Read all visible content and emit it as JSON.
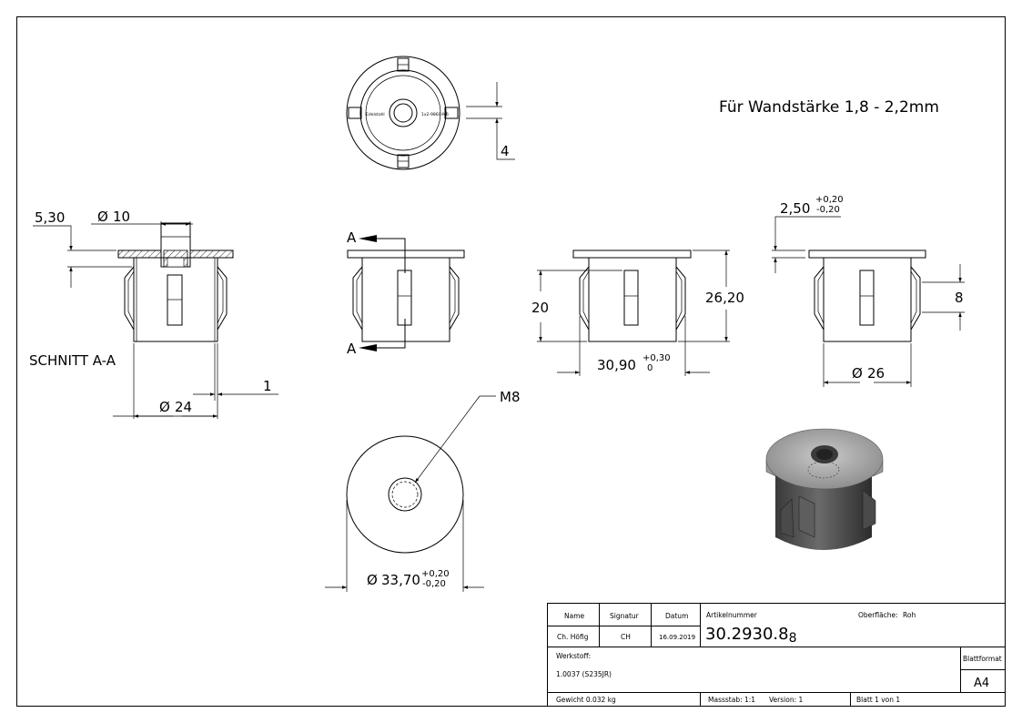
{
  "note": "Für Wandstärke 1,8 - 2,2mm",
  "top_view": {
    "dim_4": "4",
    "engraving_left": "Edelstahl",
    "engraving_right": "1x2-9860-M6"
  },
  "section": {
    "dim_530": "5,30",
    "dim_d10": "10",
    "label": "SCHNITT A-A",
    "dim_d24": "24",
    "dim_1": "1"
  },
  "front_view": {
    "arrow_top": "A",
    "arrow_bottom": "A"
  },
  "side_view": {
    "dim_20": "20",
    "dim_2620": "26,20",
    "dim_3090": "30,90",
    "tol_3090_upper": "+0,30",
    "tol_3090_lower": "0"
  },
  "right_view": {
    "dim_250": "2,50",
    "tol_250_upper": "+0,20",
    "tol_250_lower": "-0,20",
    "dim_8": "8",
    "dim_d26": "26"
  },
  "bottom_view": {
    "thread": "M8",
    "dim_3370": "33,70",
    "tol_3370_upper": "+0,20",
    "tol_3370_lower": "-0,20"
  },
  "diameter_symbol": "Ø",
  "title_block": {
    "h_name": "Name",
    "h_signatur": "Signatur",
    "h_datum": "Datum",
    "h_artikel": "Artikelnummer",
    "h_oberflaeche": "Oberfläche:",
    "v_oberflaeche": "Roh",
    "v_name": "Ch. Höfig",
    "v_signatur": "CH",
    "v_datum": "16.09.2019",
    "v_artikel_main": "30.2930.8",
    "v_artikel_sub": "8",
    "h_werkstoff": "Werkstoff:",
    "v_werkstoff": "1.0037 (S235JR)",
    "h_blattformat": "Blattformat",
    "v_blattformat": "A4",
    "gewicht": "Gewicht 0.032 kg",
    "massstab": "Massstab: 1:1",
    "version": "Version: 1",
    "blatt": "Blatt 1 von 1"
  }
}
